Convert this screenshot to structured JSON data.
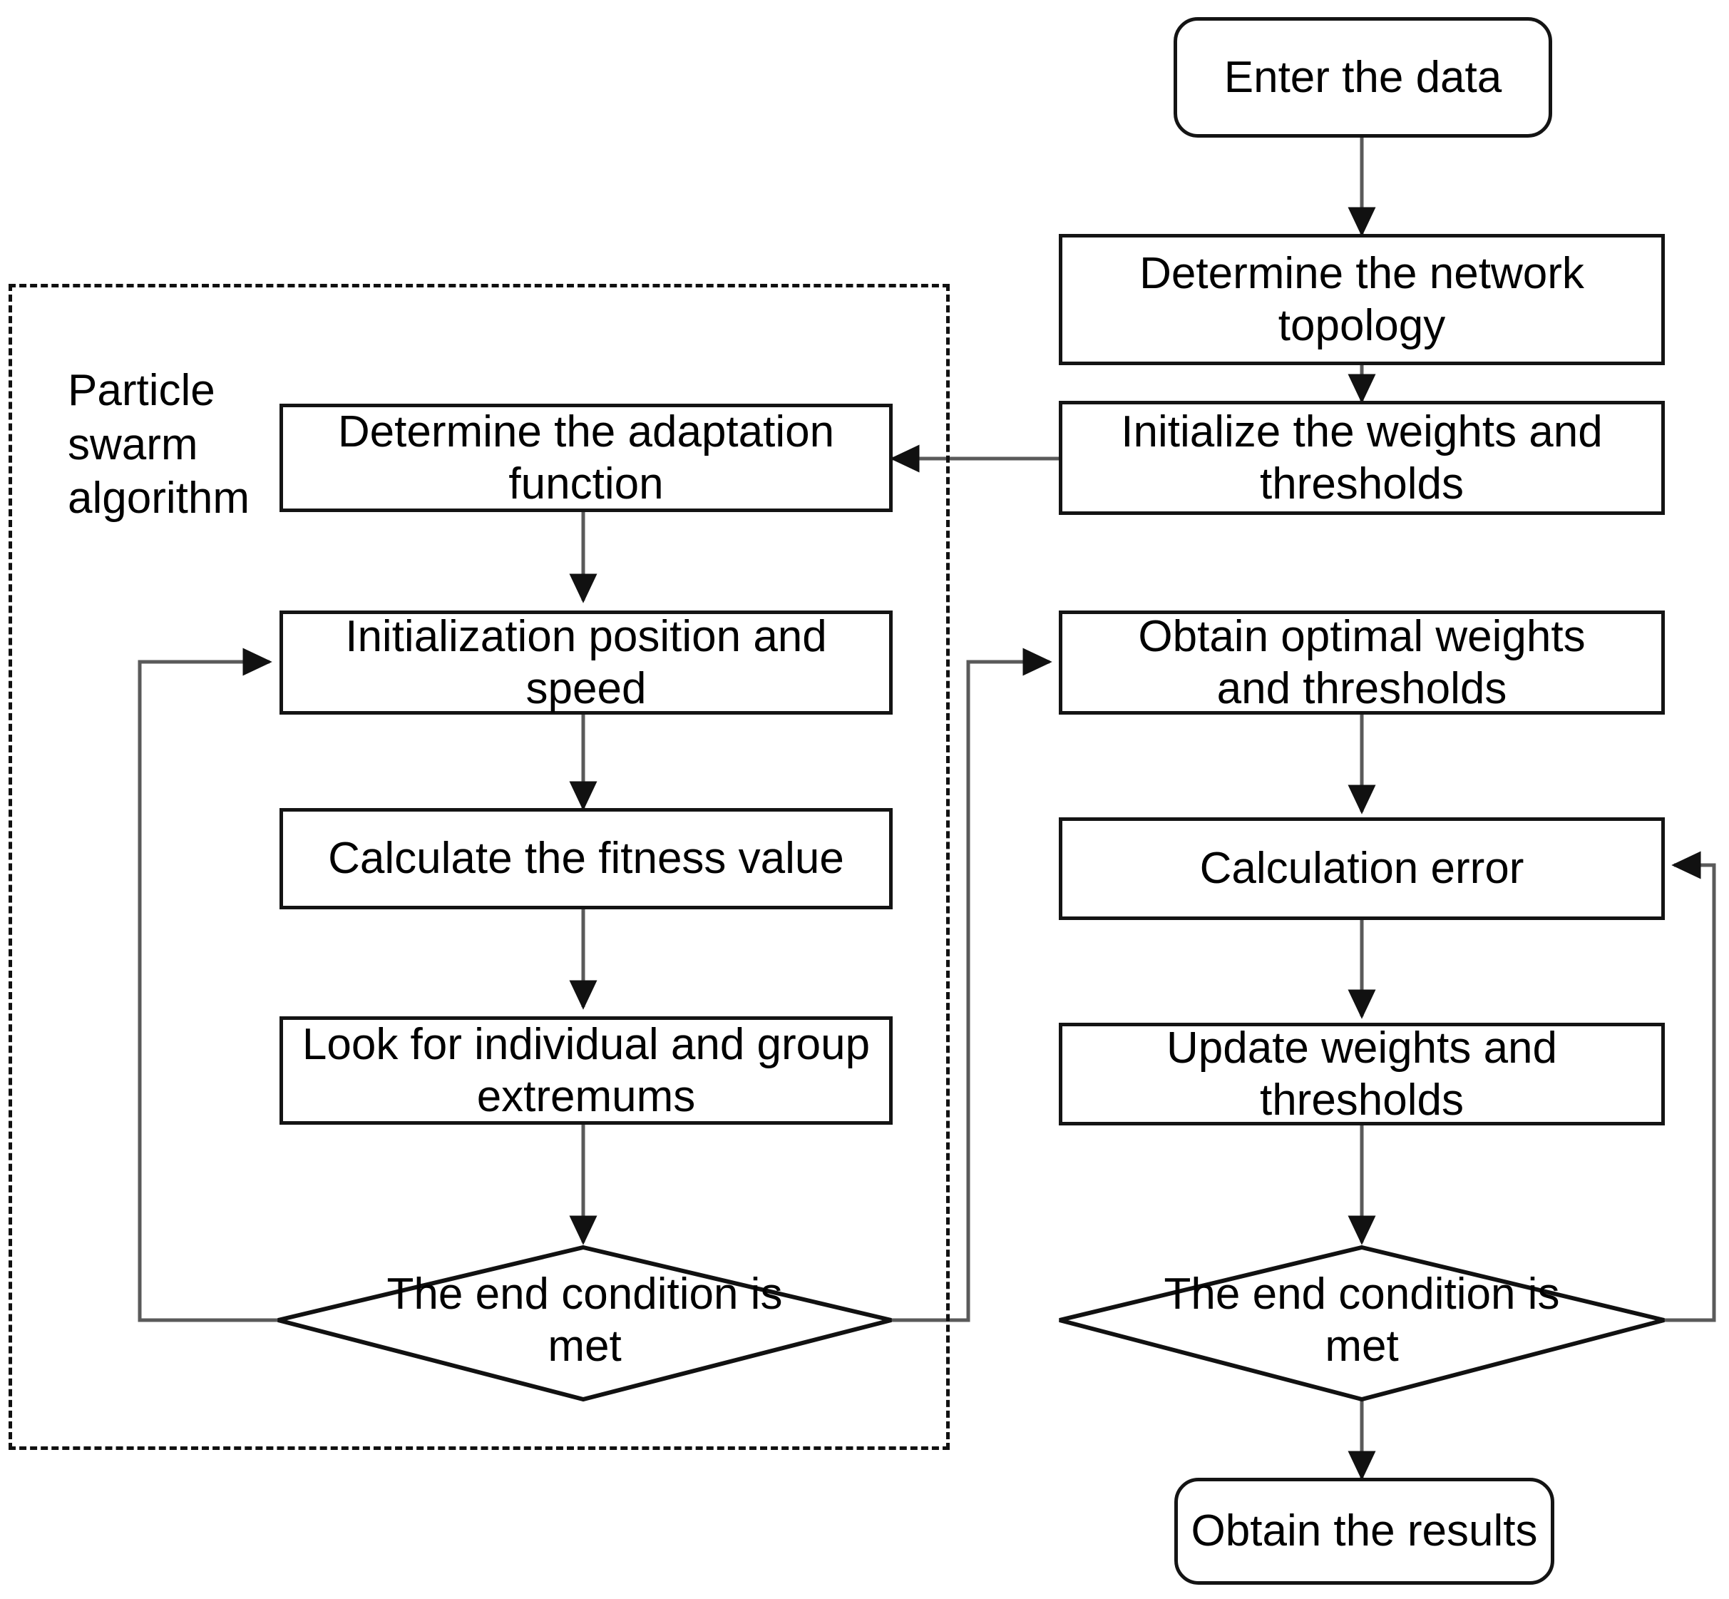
{
  "diagram": {
    "title": "PSO-BP neural network flowchart",
    "stroke_color": "#141414",
    "background_color": "#ffffff",
    "group": {
      "caption": "Particle\nswarm\nalgorithm"
    },
    "nodes": {
      "enter_data": "Enter the data",
      "determine_topology": "Determine the network\ntopology",
      "init_weights": "Initialize the weights and\nthresholds",
      "determine_adaptation": "Determine the adaptation\nfunction",
      "init_position_speed": "Initialization position and speed",
      "calculate_fitness": "Calculate the fitness value",
      "look_extremums": "Look for individual and group\nextremums",
      "pso_end_condition": "The end condition is\nmet",
      "obtain_optimal": "Obtain optimal weights\nand thresholds",
      "calculation_error": "Calculation error",
      "update_weights": "Update weights and thresholds",
      "bp_end_condition": "The end condition is\nmet",
      "obtain_results": "Obtain the results"
    }
  },
  "chart_data": {
    "type": "flowchart",
    "title": "Particle swarm optimised BP neural network procedure",
    "nodes": [
      {
        "id": "enter_data",
        "label": "Enter the data",
        "shape": "terminal",
        "column": "right"
      },
      {
        "id": "determine_topology",
        "label": "Determine the network topology",
        "shape": "process",
        "column": "right"
      },
      {
        "id": "init_weights",
        "label": "Initialize the weights and thresholds",
        "shape": "process",
        "column": "right"
      },
      {
        "id": "determine_adaptation",
        "label": "Determine the adaptation function",
        "shape": "process",
        "column": "left"
      },
      {
        "id": "init_position_speed",
        "label": "Initialization position and speed",
        "shape": "process",
        "column": "left"
      },
      {
        "id": "calculate_fitness",
        "label": "Calculate the fitness value",
        "shape": "process",
        "column": "left"
      },
      {
        "id": "look_extremums",
        "label": "Look for individual and group extremums",
        "shape": "process",
        "column": "left"
      },
      {
        "id": "pso_end_condition",
        "label": "The end condition is met",
        "shape": "decision",
        "column": "left"
      },
      {
        "id": "obtain_optimal",
        "label": "Obtain optimal weights and thresholds",
        "shape": "process",
        "column": "right"
      },
      {
        "id": "calculation_error",
        "label": "Calculation error",
        "shape": "process",
        "column": "right"
      },
      {
        "id": "update_weights",
        "label": "Update weights and thresholds",
        "shape": "process",
        "column": "right"
      },
      {
        "id": "bp_end_condition",
        "label": "The end condition is met",
        "shape": "decision",
        "column": "right"
      },
      {
        "id": "obtain_results",
        "label": "Obtain the results",
        "shape": "terminal",
        "column": "right"
      }
    ],
    "edges": [
      {
        "from": "enter_data",
        "to": "determine_topology"
      },
      {
        "from": "determine_topology",
        "to": "init_weights"
      },
      {
        "from": "init_weights",
        "to": "determine_adaptation"
      },
      {
        "from": "determine_adaptation",
        "to": "init_position_speed"
      },
      {
        "from": "init_position_speed",
        "to": "calculate_fitness"
      },
      {
        "from": "calculate_fitness",
        "to": "look_extremums"
      },
      {
        "from": "look_extremums",
        "to": "pso_end_condition"
      },
      {
        "from": "pso_end_condition",
        "to": "init_position_speed",
        "kind": "loop-back-left"
      },
      {
        "from": "pso_end_condition",
        "to": "obtain_optimal",
        "kind": "exit-right"
      },
      {
        "from": "obtain_optimal",
        "to": "calculation_error"
      },
      {
        "from": "calculation_error",
        "to": "update_weights"
      },
      {
        "from": "update_weights",
        "to": "bp_end_condition"
      },
      {
        "from": "bp_end_condition",
        "to": "calculation_error",
        "kind": "loop-back-right"
      },
      {
        "from": "bp_end_condition",
        "to": "obtain_results"
      }
    ],
    "groups": [
      {
        "label": "Particle swarm algorithm",
        "style": "dashed",
        "contains": [
          "determine_adaptation",
          "init_position_speed",
          "calculate_fitness",
          "look_extremums",
          "pso_end_condition"
        ]
      }
    ]
  }
}
